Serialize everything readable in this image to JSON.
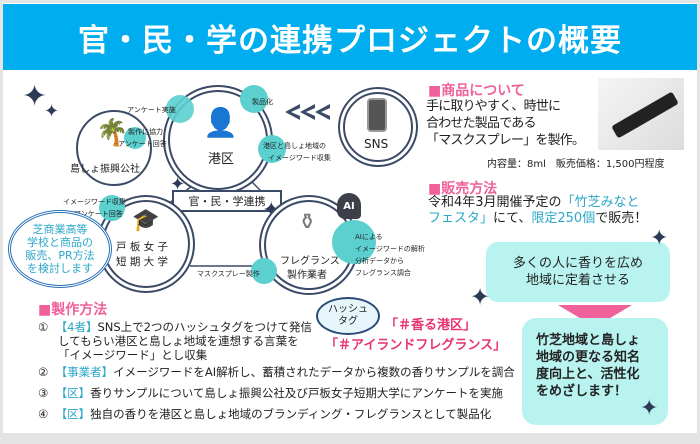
{
  "title": "官・民・学の連携プロジェクトの概要",
  "diagram": {
    "island": "島しょ振興公社",
    "minato": "港区",
    "sns": "SNS",
    "center": "官・民・学連携",
    "college": [
      "戸 板 女 子",
      "短 期 大 学"
    ],
    "fragrance": [
      "フレグランス",
      "製作業者"
    ],
    "shibasho": [
      "芝商業高等",
      "学校と商品の",
      "販売、PR方法",
      "を検討します"
    ],
    "notes": {
      "survey_do": "アンケート実施",
      "productize": "製品化",
      "island_cooperate": [
        "製作に協力",
        "アンケート回答"
      ],
      "minato_collect": [
        "港区と島しょ地域の",
        "イメージワード収集"
      ],
      "college_collect": [
        "イメージワード収集",
        "アンケート回答"
      ],
      "spray_make": "マスクスプレー製作",
      "ai": [
        "AIによる",
        "イメージワードの解析",
        "分析データから",
        "フレグランス調合"
      ],
      "ai_icon": "AI"
    }
  },
  "product": {
    "heading": "■商品について",
    "body": [
      "手に取りやすく、時世に",
      "合わせた製品である",
      "「マスクスプレー」を製作。"
    ],
    "spec": "内容量：8ml　販売価格：1,500円程度"
  },
  "sales": {
    "heading": "■販売方法",
    "line1_a": "令和4年3月開催予定の",
    "line1_b": "「竹芝みなと",
    "line2_a": "フェスタ」",
    "line2_b": "にて、",
    "line2_c": "限定250個",
    "line2_d": "で販売！"
  },
  "method": {
    "heading": "■製作方法",
    "steps": [
      {
        "num": "①",
        "tag": "【4者】",
        "lines": [
          "SNS上で2つのハッシュタグをつけて発信",
          "してもらい港区と島しょ地域を連想する言葉を",
          "「イメージワード」とし収集"
        ]
      },
      {
        "num": "②",
        "tag": "【事業者】",
        "lines": [
          "イメージワードをAI解析し、蓄積されたデータから複数の香りサンプルを調合"
        ]
      },
      {
        "num": "③",
        "tag": "【区】",
        "lines": [
          "香りサンプルについて島しょ振興公社及び戸板女子短期大学にアンケートを実施"
        ]
      },
      {
        "num": "④",
        "tag": "【区】",
        "lines": [
          "独自の香りを港区と島しょ地域のブランディング・フレグランスとして製品化"
        ]
      }
    ]
  },
  "hashtag": {
    "label": [
      "ハッシュ",
      "タグ"
    ],
    "tags": [
      "「＃香る港区」",
      "「＃アイランドフレグランス」"
    ]
  },
  "goals": {
    "first": [
      "多くの人に香りを広め",
      "地域に定着させる"
    ],
    "second": [
      "竹芝地域と島しょ",
      "地域の更なる知名",
      "度向上と、活性化",
      "をめざします！"
    ]
  },
  "colors": {
    "header": "#00aeef",
    "teal": "#5ccfcf",
    "pink": "#f0609a",
    "navy": "#3b4a66",
    "bubble": "#b8f3ef"
  }
}
